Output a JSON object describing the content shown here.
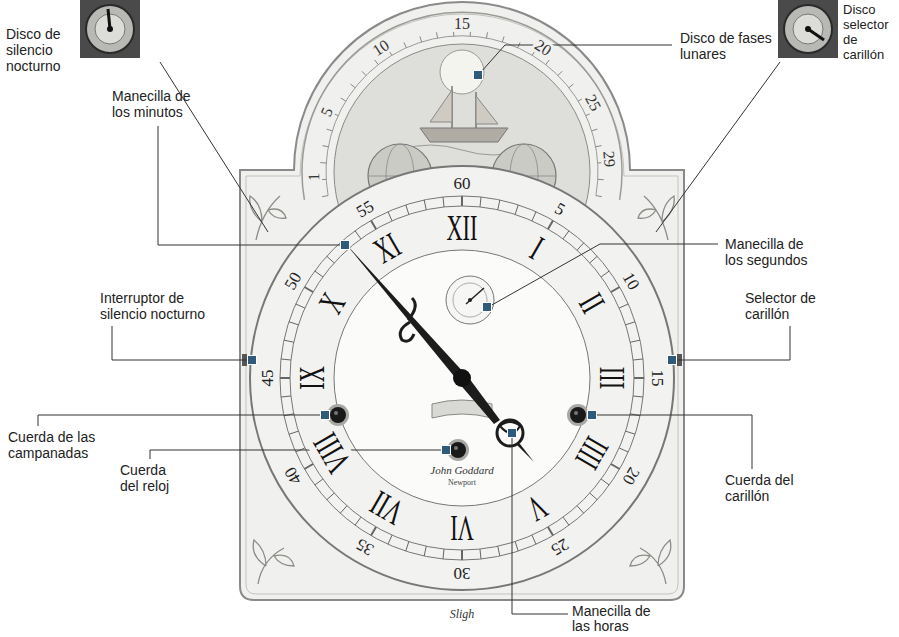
{
  "diagram": {
    "labels": [
      "Disco de silencio nocturno",
      "Disco de fases lunares",
      "Disco selector de carillón",
      "Manecilla de los minutos",
      "Manecilla de los segundos",
      "Interruptor de silencio nocturno",
      "Selector de carillón",
      "Cuerda de las campanadas",
      "Cuerda del reloj",
      "Cuerda del carillón",
      "Manecilla de las horas",
      "1",
      "5",
      "10",
      "15",
      "20",
      "25",
      "29",
      "60",
      "5",
      "10",
      "15",
      "20",
      "25",
      "30",
      "35",
      "40",
      "45",
      "50",
      "55",
      "XII",
      "I",
      "II",
      "III",
      "IIII",
      "V",
      "VI",
      "VII",
      "VIII",
      "IX",
      "X",
      "XI",
      "John Goddard",
      "Newport",
      "Sligh"
    ]
  }
}
